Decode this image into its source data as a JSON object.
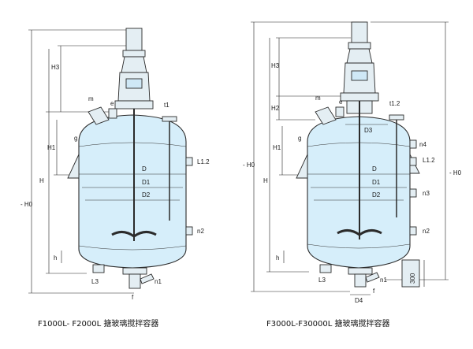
{
  "colors": {
    "vessel_fill": "#d6eefa",
    "outline": "#2b2b2b",
    "dimension_lines": "#222222"
  },
  "left_vessel": {
    "caption": "F1000L- F2000L 搪玻璃搅拌容器",
    "labels": {
      "H3": "H3",
      "m": "m",
      "e": "e",
      "t1": "t1",
      "g": "g",
      "H1": "H1",
      "H": "H",
      "H0": "- H0",
      "D": "D",
      "D1": "D1",
      "D2": "D2",
      "L12": "L1.2",
      "n2": "n2",
      "h": "h",
      "L3": "L3",
      "n1": "n1",
      "f": "f"
    }
  },
  "right_vessel": {
    "caption": "F3000L-F30000L 搪玻璃搅拌容器",
    "labels": {
      "H3": "H3",
      "H2": "H2",
      "m": "m",
      "e": "e",
      "t12": "t1.2",
      "D3": "D3",
      "g": "g",
      "n4": "n4",
      "H1": "H1",
      "H": "H",
      "H0_left": "- H0",
      "H0_right": "- H0",
      "D": "D",
      "D1": "D1",
      "D2": "D2",
      "L12": "L1.2",
      "n3": "n3",
      "n2": "n2",
      "h": "h",
      "L3": "L3",
      "n1": "n1",
      "f": "f",
      "D4": "D4",
      "dim300": "300"
    }
  }
}
